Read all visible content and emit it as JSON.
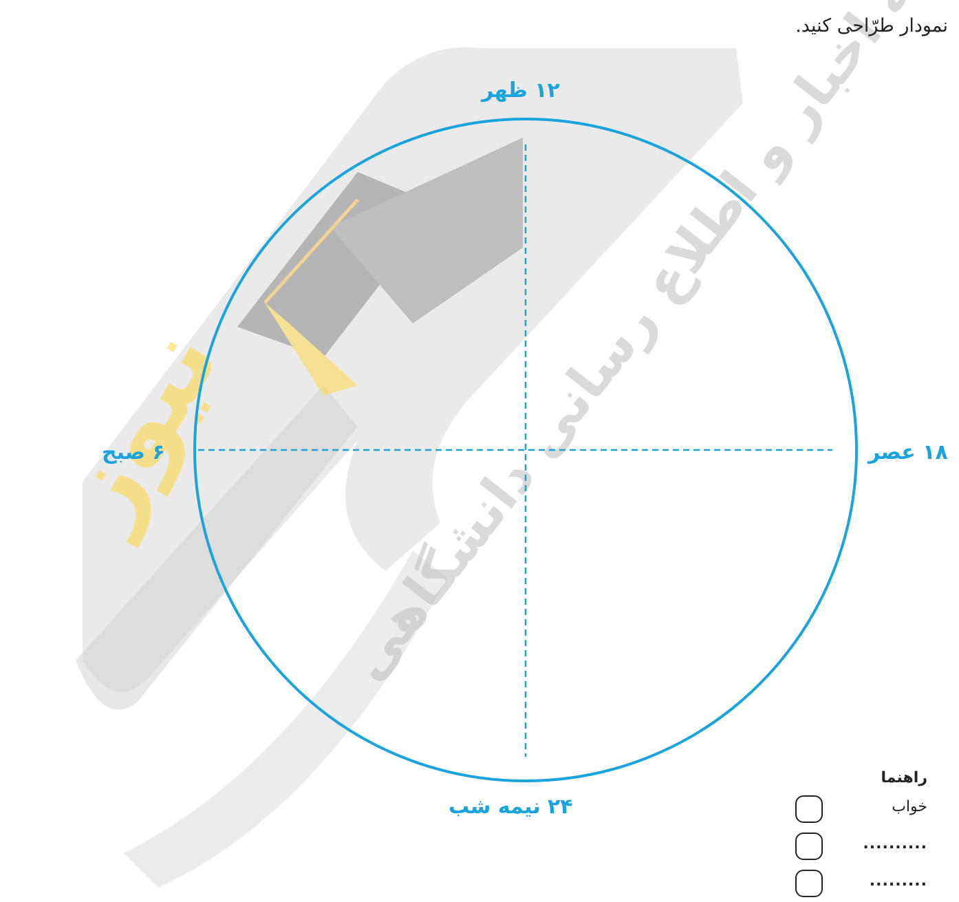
{
  "instruction": "نمودار طرّاحی کنید.",
  "clock_labels": {
    "top": "۱۲ ظهر",
    "left": "۶ صبح",
    "right": "۱۸ عصر",
    "bottom": "۲۴ نیمه شب"
  },
  "legend": {
    "title": "راهنما",
    "items": [
      {
        "label": "خواب"
      },
      {
        "label": ".........."
      },
      {
        "label": "........."
      }
    ]
  },
  "watermark": {
    "text": "سامانه اخبار و اطلاع رسانی دانشگاهی",
    "brand": "نیوز"
  },
  "colors": {
    "accent": "#1aa3dc",
    "text": "#222222",
    "watermark_gray": "#cfcfcf",
    "watermark_yellow": "#ffd84d"
  }
}
